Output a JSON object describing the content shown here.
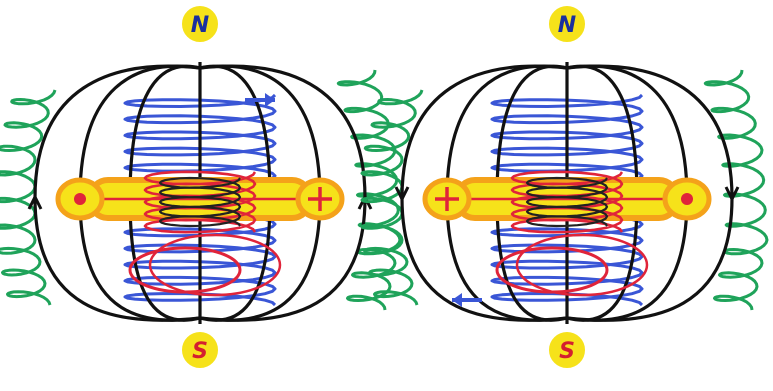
{
  "diagrams": [
    {
      "id": "left",
      "north_label": "N",
      "south_label": "S",
      "center_symbol": "dot",
      "outer_symbol_right": "plus",
      "blue_arrow_direction": "right"
    },
    {
      "id": "right",
      "north_label": "N",
      "south_label": "S",
      "center_symbol": "plus",
      "outer_symbol_right": "dot",
      "blue_arrow_direction": "left"
    }
  ],
  "colors": {
    "field_line": "#111111",
    "blue_helix": "#3a56d6",
    "green_helix": "#1fa35a",
    "red": "#e0243a",
    "yellow": "#f6e21a",
    "orange": "#f4a21a",
    "pole_text": "#1a2f9e",
    "pole_s_text": "#d41f2f"
  }
}
